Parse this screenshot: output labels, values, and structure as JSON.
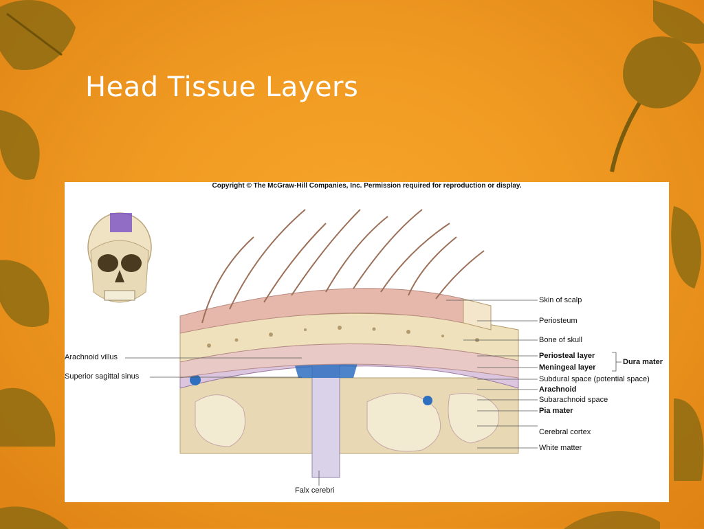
{
  "slide": {
    "title": "Head Tissue Layers"
  },
  "figure": {
    "copyright": "Copyright © The McGraw-Hill Companies, Inc. Permission required for reproduction or display.",
    "labels_right": {
      "skin": "Skin of scalp",
      "periosteum": "Periosteum",
      "bone": "Bone of skull",
      "periosteal": "Periosteal layer",
      "meningeal": "Meningeal layer",
      "dura": "Dura mater",
      "subdural": "Subdural space (potential space)",
      "arachnoid": "Arachnoid",
      "subarachnoid": "Subarachnoid space",
      "pia": "Pia mater",
      "cortex": "Cerebral cortex",
      "white": "White matter"
    },
    "labels_left": {
      "villus": "Arachnoid villus",
      "sinus": "Superior sagittal sinus"
    },
    "labels_bottom": {
      "falx": "Falx cerebri"
    }
  },
  "colors": {
    "background": "#f09a22",
    "leaf": "#8a6a12",
    "title": "#ffffff"
  }
}
